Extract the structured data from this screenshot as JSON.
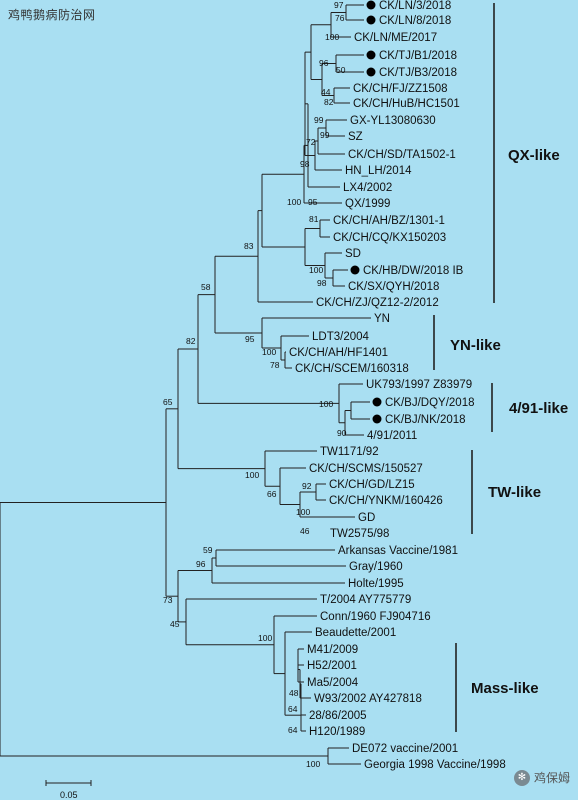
{
  "watermark": "鸡鸭鹅病防治网",
  "brand": "鸡保姆",
  "scale_label": "0.05",
  "tips": [
    "CK/LN/3/2018",
    "CK/LN/8/2018",
    "CK/LN/ME/2017",
    "CK/TJ/B1/2018",
    "CK/TJ/B3/2018",
    "CK/CH/FJ/ZZ1508",
    "CK/CH/HuB/HC1501",
    "GX-YL13080630",
    "SZ",
    "CK/CH/SD/TA1502-1",
    "HN_LH/2014",
    "LX4/2002",
    "QX/1999",
    "CK/CH/AH/BZ/1301-1",
    "CK/CH/CQ/KX150203",
    "SD",
    "CK/HB/DW/2018 IB",
    "CK/SX/QYH/2018",
    "CK/CH/ZJ/QZ12-2/2012",
    "YN",
    "LDT3/2004",
    "CK/CH/AH/HF1401",
    "CK/CH/SCEM/160318",
    "UK793/1997 Z83979",
    "CK/BJ/DQY/2018",
    "CK/BJ/NK/2018",
    "4/91/2011",
    "TW1171/92",
    "CK/CH/SCMS/150527",
    "CK/CH/GD/LZ15",
    "CK/CH/YNKM/160426",
    "GD",
    "TW2575/98",
    "Arkansas Vaccine/1981",
    "Gray/1960",
    "Holte/1995",
    "T/2004 AY775779",
    "Conn/1960 FJ904716",
    "Beaudette/2001",
    "M41/2009",
    "H52/2001",
    "Ma5/2004",
    "W93/2002 AY427818",
    "28/86/2005",
    "H120/1989",
    "DE072 vaccine/2001",
    "Georgia 1998 Vaccine/1998"
  ],
  "bootstrap": [
    "97",
    "76",
    "100",
    "96",
    "50",
    "44",
    "82",
    "99",
    "99",
    "72",
    "98",
    "100",
    "95",
    "81",
    "100",
    "98",
    "83",
    "58",
    "95",
    "100",
    "78",
    "82",
    "100",
    "90",
    "65",
    "100",
    "66",
    "92",
    "100",
    "46",
    "59",
    "96",
    "73",
    "45",
    "100",
    "48",
    "64",
    "64",
    "100"
  ],
  "groups": [
    "QX-like",
    "YN-like",
    "4/91-like",
    "TW-like",
    "Mass-like"
  ]
}
